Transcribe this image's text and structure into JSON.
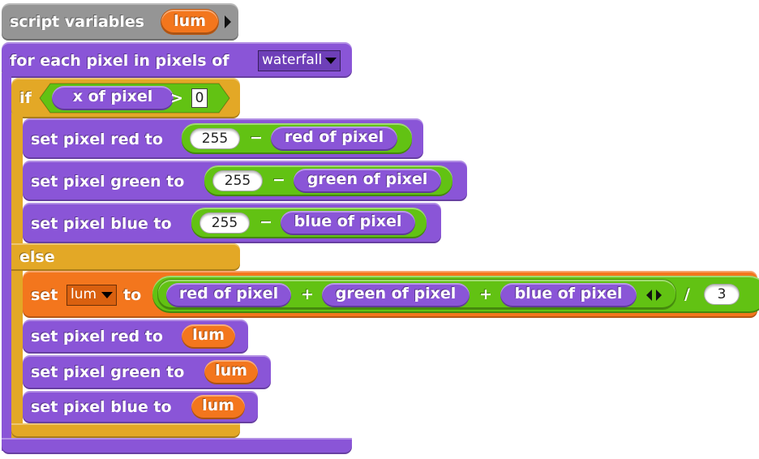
{
  "script_variables": {
    "label": "script variables",
    "var": "lum"
  },
  "for_each": {
    "for_label": "for each",
    "item_var": "pixel",
    "in_label": "in",
    "list_label": "pixels of",
    "costume": "waterfall"
  },
  "if_block": {
    "if_label": "if",
    "else_label": "else",
    "cond_left": "x of pixel",
    "cond_op": ">",
    "cond_right": "0"
  },
  "invert": [
    {
      "label": "set pixel red to",
      "num": "255",
      "op": "−",
      "reporter": "red of pixel"
    },
    {
      "label": "set pixel green to",
      "num": "255",
      "op": "−",
      "reporter": "green of pixel"
    },
    {
      "label": "set pixel blue to",
      "num": "255",
      "op": "−",
      "reporter": "blue of pixel"
    }
  ],
  "set_lum": {
    "set_label": "set",
    "var": "lum",
    "to_label": "to",
    "r": "red of pixel",
    "plus1": "+",
    "g": "green of pixel",
    "plus2": "+",
    "b": "blue of pixel",
    "div": "/",
    "divisor": "3"
  },
  "grey": [
    {
      "label": "set pixel red to",
      "var": "lum"
    },
    {
      "label": "set pixel green to",
      "var": "lum"
    },
    {
      "label": "set pixel blue to",
      "var": "lum"
    }
  ],
  "colors": {
    "motion_purple": "#8a55d7",
    "control_gold": "#e3a826",
    "operator_green": "#62c213",
    "variable_orange": "#f3761d",
    "other_grey": "#959595"
  }
}
